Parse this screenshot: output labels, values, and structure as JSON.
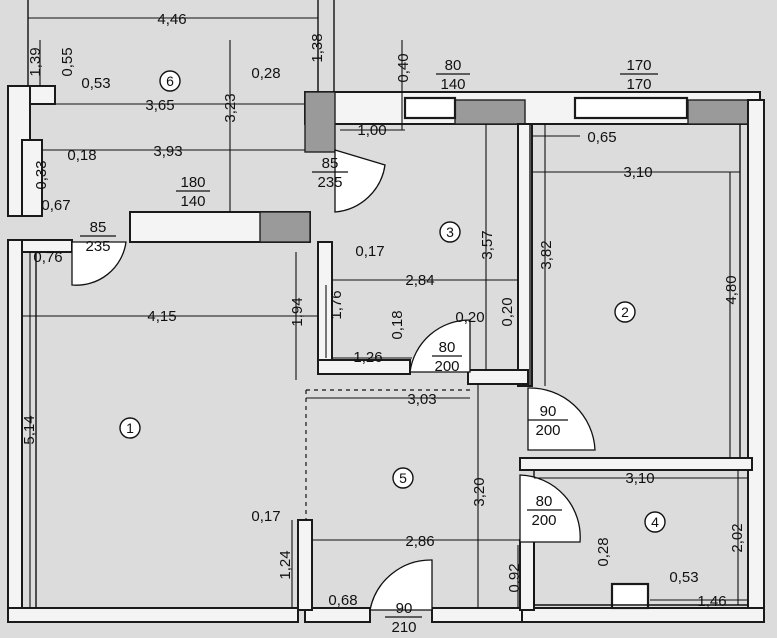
{
  "plan": {
    "rooms": [
      "1",
      "2",
      "3",
      "4",
      "5",
      "6"
    ],
    "dimensions": {
      "top_446": "4,46",
      "left_139": "1,39",
      "d_055": "0,55",
      "d_053_top": "0,53",
      "d_365": "3,65",
      "d_323": "3,23",
      "d_028_top": "0,28",
      "d_138": "1,38",
      "d_040": "0,40",
      "d_100": "1,00",
      "d_065": "0,65",
      "d_310_top": "3,10",
      "d_018_left": "0,18",
      "d_393": "3,93",
      "d_033": "0,33",
      "d_067": "0,67",
      "d_076": "0,76",
      "d_017_mid": "0,17",
      "d_357": "3,57",
      "d_382": "3,82",
      "d_480": "4,80",
      "d_284": "2,84",
      "d_415": "4,15",
      "d_194": "1,94",
      "d_176": "1,76",
      "d_018_mid": "0,18",
      "d_020_a": "0,20",
      "d_020_b": "0,20",
      "d_126": "1,26",
      "d_303": "3,03",
      "d_514": "5,14",
      "d_320": "3,20",
      "d_310_low": "3,10",
      "d_202": "2,02",
      "d_017_low": "0,17",
      "d_286": "2,86",
      "d_124": "1,24",
      "d_068": "0,68",
      "d_092": "0,92",
      "d_028_low": "0,28",
      "d_053_low": "0,53",
      "d_146": "1,46"
    },
    "openings": {
      "w_80_140": {
        "top": "80",
        "bottom": "140"
      },
      "w_170_170": {
        "top": "170",
        "bottom": "170"
      },
      "w_180_140": {
        "top": "180",
        "bottom": "140"
      },
      "door_85_235_a": {
        "top": "85",
        "bottom": "235"
      },
      "door_85_235_b": {
        "top": "85",
        "bottom": "235"
      },
      "door_80_200_a": {
        "top": "80",
        "bottom": "200"
      },
      "door_90_200": {
        "top": "90",
        "bottom": "200"
      },
      "door_80_200_b": {
        "top": "80",
        "bottom": "200"
      },
      "door_90_210": {
        "top": "90",
        "bottom": "210"
      }
    }
  }
}
